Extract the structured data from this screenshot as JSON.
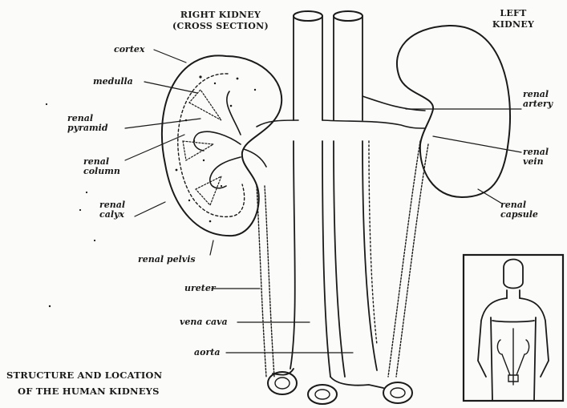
{
  "header_right_kidney": {
    "line1": "RIGHT KIDNEY",
    "line2": "(CROSS SECTION)"
  },
  "header_left_kidney": {
    "line1": "LEFT",
    "line2": "KIDNEY"
  },
  "labels": {
    "cortex": "cortex",
    "medulla": "medulla",
    "renal_pyramid": {
      "line1": "renal",
      "line2": "pyramid"
    },
    "renal_column": {
      "line1": "renal",
      "line2": "column"
    },
    "renal_calyx": {
      "line1": "renal",
      "line2": "calyx"
    },
    "renal_pelvis": "renal pelvis",
    "ureter": "ureter",
    "vena_cava": "vena cava",
    "aorta": "aorta",
    "renal_artery": {
      "line1": "renal",
      "line2": "artery"
    },
    "renal_vein": {
      "line1": "renal",
      "line2": "vein"
    },
    "renal_capsule": {
      "line1": "renal",
      "line2": "capsule"
    }
  },
  "caption": {
    "line1": "STRUCTURE AND LOCATION",
    "line2": "OF THE HUMAN KIDNEYS"
  },
  "colors": {
    "ink": "#1a1a1a",
    "paper": "#fbfbf9"
  }
}
